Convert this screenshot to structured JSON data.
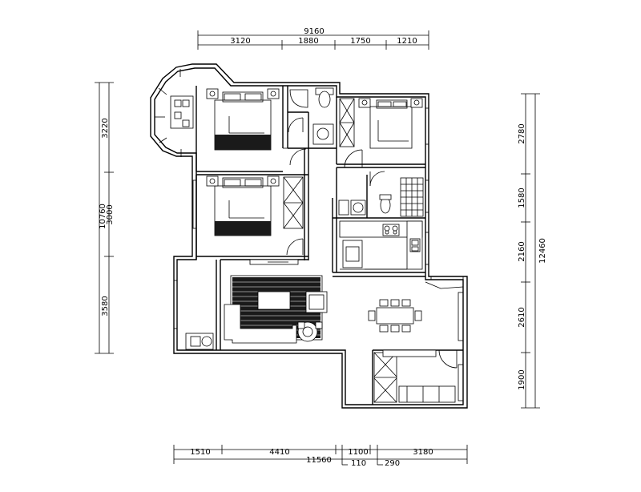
{
  "dimensions": {
    "top_total": "9160",
    "top": [
      "3120",
      "1880",
      "1750",
      "1210"
    ],
    "left_total": "10760",
    "left": [
      "3220",
      "3000",
      "3580"
    ],
    "right_total": "12460",
    "right": [
      "2780",
      "1580",
      "2160",
      "2610",
      "1900"
    ],
    "bottom_total": "11560",
    "bottom": [
      "1510",
      "4410",
      "1100",
      "3180"
    ],
    "bottom_sub": [
      "110",
      "290"
    ]
  }
}
